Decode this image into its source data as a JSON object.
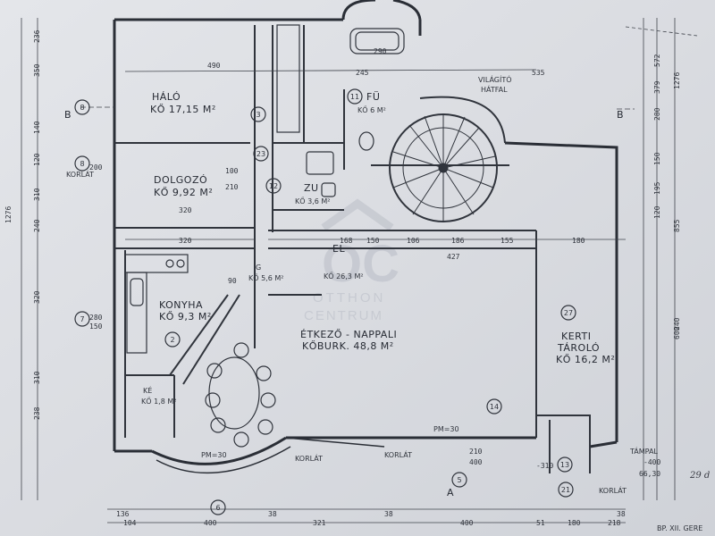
{
  "watermark": {
    "logo": "OC",
    "line1": "OTTHON",
    "line2": "CENTRUM"
  },
  "rooms": {
    "halo": {
      "name": "HÁLÓ",
      "area": "KŐ 17,15 M²"
    },
    "dolgozo": {
      "name": "DOLGOZÓ",
      "area": "KŐ 9,92 M²"
    },
    "konyha": {
      "name": "KONYHA",
      "area": "KŐ 9,3 M²"
    },
    "etkezo": {
      "name": "ÉTKEZŐ - NAPPALI",
      "area": "KŐBURK. 48,8 M²"
    },
    "kerti": {
      "name1": "KERTI",
      "name2": "TÁROLÓ",
      "area": "KŐ 16,2 M²"
    },
    "fu": {
      "name": "FÜ",
      "area": "KŐ 6 M²"
    },
    "zu": {
      "name": "ZU",
      "area": "KŐ 3,6 M²"
    },
    "ke": {
      "name": "KÉ",
      "area": "KŐ 1,8 M²"
    },
    "el": {
      "name": "EL",
      "area": "KŐ 26,3 M²"
    },
    "g": {
      "name": "G",
      "area": "KŐ 5,6 M²"
    }
  },
  "labels": {
    "section_b": "B",
    "section_a": "A",
    "vilagito": "VILÁGÍTÓ",
    "hatfal": "HÁTFAL",
    "korlat": "KORLÁT",
    "pm30": "PM=30",
    "tampal": "TÁMPAL",
    "handwriting": "29 d",
    "caption": "BP. XII. GERE"
  },
  "tags": [
    "8",
    "8",
    "7",
    "11",
    "12",
    "23",
    "27",
    "14",
    "5",
    "6",
    "21",
    "13",
    "3",
    "2"
  ],
  "dims": {
    "top": [
      "490",
      "290",
      "245",
      "535"
    ],
    "left": [
      "236",
      "350",
      "140",
      "120",
      "310",
      "240",
      "320",
      "310",
      "238",
      "1276"
    ],
    "right": [
      "572",
      "379",
      "280",
      "150",
      "195",
      "120",
      "240",
      "600",
      "855",
      "1276"
    ],
    "row": [
      "320",
      "320",
      "168",
      "150",
      "106",
      "186",
      "155",
      "180",
      "427"
    ],
    "bottom1": [
      "104",
      "400",
      "321",
      "400",
      "51",
      "180",
      "218"
    ],
    "bottom2": [
      "136",
      "38",
      "38",
      "38"
    ],
    "misc": [
      "100",
      "200",
      "210",
      "90",
      "280",
      "150",
      "-310",
      "-400",
      "66,30",
      "400",
      "210"
    ]
  }
}
